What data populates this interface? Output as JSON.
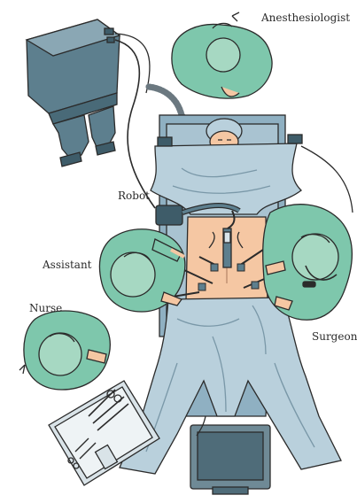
{
  "labels": {
    "anesthesiologist": "Anesthesiologist",
    "robot": "Robot",
    "assistant": "Assistant",
    "nurse": "Nurse",
    "surgeon": "Surgeon"
  },
  "colors": {
    "drape": "#b9d0dc",
    "drape_dark": "#8fb0c2",
    "gown": "#7ec7ac",
    "gown_dark": "#4f9c82",
    "tower": "#5d7f8e",
    "skin": "#f5c7a3",
    "outline": "#2b2b2b",
    "monitor": "#6f8a96"
  }
}
